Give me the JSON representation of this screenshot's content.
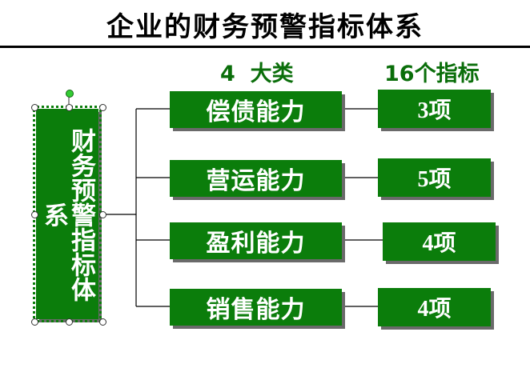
{
  "title": "企业的财务预警指标体系",
  "root_label": "财务预警指标体系",
  "headers": {
    "categories": "4  大类",
    "indicators": "16个指标"
  },
  "categories": [
    {
      "name": "偿债能力",
      "count": "3项"
    },
    {
      "name": "营运能力",
      "count": "5项"
    },
    {
      "name": "盈利能力",
      "count": "4项"
    },
    {
      "name": "销售能力",
      "count": "4项"
    }
  ],
  "colors": {
    "box": "#0b7d0b",
    "header": "#0a6e0a",
    "shadow": "#6a6a6a"
  }
}
